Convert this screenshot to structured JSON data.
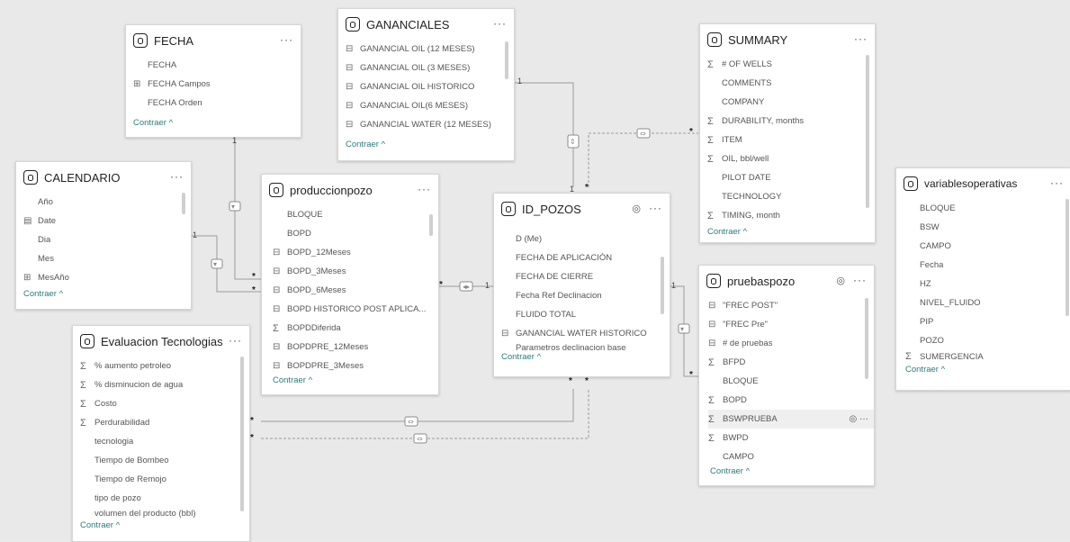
{
  "menu_dots": "···",
  "tables": {
    "fecha": {
      "title": "FECHA",
      "fields": [
        {
          "label": "FECHA",
          "icon": ""
        },
        {
          "label": "FECHA Campos",
          "icon": "hierarchy-icon"
        },
        {
          "label": "FECHA Orden",
          "icon": ""
        }
      ],
      "collapse": "Contraer ^"
    },
    "ganancial": {
      "title": "GANANCIALES",
      "fields": [
        {
          "label": "GANANCIAL OIL (12 MESES)",
          "icon": "measure-icon"
        },
        {
          "label": "GANANCIAL OIL (3 MESES)",
          "icon": "measure-icon"
        },
        {
          "label": "GANANCIAL OIL HISTORICO",
          "icon": "measure-icon"
        },
        {
          "label": "GANANCIAL OIL(6 MESES)",
          "icon": "measure-icon"
        },
        {
          "label": "GANANCIAL WATER (12 MESES)",
          "icon": "measure-icon"
        }
      ],
      "collapse": "Contraer ^"
    },
    "summary": {
      "title": "SUMMARY",
      "fields": [
        {
          "label": "# OF WELLS",
          "icon": "sum-icon"
        },
        {
          "label": "COMMENTS",
          "icon": ""
        },
        {
          "label": "COMPANY",
          "icon": ""
        },
        {
          "label": "DURABILITY, months",
          "icon": "sum-icon"
        },
        {
          "label": "ITEM",
          "icon": "sum-icon"
        },
        {
          "label": "OIL, bbl/well",
          "icon": "sum-icon"
        },
        {
          "label": "PILOT DATE",
          "icon": ""
        },
        {
          "label": "TECHNOLOGY",
          "icon": ""
        },
        {
          "label": "TIMING, month",
          "icon": "sum-icon"
        }
      ],
      "collapse": "Contraer ^"
    },
    "calendario": {
      "title": "CALENDARIO",
      "fields": [
        {
          "label": "Año",
          "icon": ""
        },
        {
          "label": "Date",
          "icon": "calendar-icon"
        },
        {
          "label": "Dia",
          "icon": ""
        },
        {
          "label": "Mes",
          "icon": ""
        },
        {
          "label": "MesAño",
          "icon": "calc-column-icon"
        }
      ],
      "collapse": "Contraer ^"
    },
    "produccion": {
      "title": "produccionpozo",
      "fields": [
        {
          "label": "BLOQUE",
          "icon": ""
        },
        {
          "label": "BOPD",
          "icon": ""
        },
        {
          "label": "BOPD_12Meses",
          "icon": "measure-icon"
        },
        {
          "label": "BOPD_3Meses",
          "icon": "measure-icon"
        },
        {
          "label": "BOPD_6Meses",
          "icon": "measure-icon"
        },
        {
          "label": "BOPD HISTORICO POST APLICA...",
          "icon": "measure-icon"
        },
        {
          "label": "BOPDDiferida",
          "icon": "sum-icon"
        },
        {
          "label": "BOPDPRE_12Meses",
          "icon": "measure-icon"
        },
        {
          "label": "BOPDPRE_3Meses",
          "icon": "measure-icon"
        }
      ],
      "collapse": "Contraer ^"
    },
    "idpozos": {
      "title": "ID_POZOS",
      "fields": [
        {
          "label": "D (Me)",
          "icon": ""
        },
        {
          "label": "FECHA DE APLICACIÓN",
          "icon": ""
        },
        {
          "label": "FECHA DE CIERRE",
          "icon": ""
        },
        {
          "label": "Fecha Ref Declinacion",
          "icon": ""
        },
        {
          "label": "FLUIDO TOTAL",
          "icon": ""
        },
        {
          "label": "GANANCIAL WATER HISTORICO",
          "icon": "measure-icon"
        },
        {
          "label": "Parametros declinacion base",
          "icon": ""
        }
      ],
      "collapse": "Contraer ^"
    },
    "pruebas": {
      "title": "pruebaspozo",
      "fields": [
        {
          "label": "\"FREC POST\"",
          "icon": "measure-icon"
        },
        {
          "label": "\"FREC Pre\"",
          "icon": "measure-icon"
        },
        {
          "label": "# de pruebas",
          "icon": "measure-icon"
        },
        {
          "label": "BFPD",
          "icon": "sum-icon"
        },
        {
          "label": "BLOQUE",
          "icon": ""
        },
        {
          "label": "BOPD",
          "icon": "sum-icon"
        },
        {
          "label": "BSWPRUEBA",
          "icon": "sum-icon"
        },
        {
          "label": "BWPD",
          "icon": "sum-icon"
        },
        {
          "label": "CAMPO",
          "icon": ""
        }
      ],
      "collapse": "Contraer ^"
    },
    "variables": {
      "title": "variablesoperativas",
      "fields": [
        {
          "label": "BLOQUE",
          "icon": ""
        },
        {
          "label": "BSW",
          "icon": ""
        },
        {
          "label": "CAMPO",
          "icon": ""
        },
        {
          "label": "Fecha",
          "icon": ""
        },
        {
          "label": "HZ",
          "icon": ""
        },
        {
          "label": "NIVEL_FLUIDO",
          "icon": ""
        },
        {
          "label": "PIP",
          "icon": ""
        },
        {
          "label": "POZO",
          "icon": ""
        },
        {
          "label": "SUMERGENCIA",
          "icon": "sum-icon"
        }
      ],
      "collapse": "Contraer ^"
    },
    "evaluacion": {
      "title": "Evaluacion Tecnologias",
      "fields": [
        {
          "label": "% aumento petroleo",
          "icon": "sum-icon"
        },
        {
          "label": "% disminucion de agua",
          "icon": "sum-icon"
        },
        {
          "label": "Costo",
          "icon": "sum-icon"
        },
        {
          "label": "Perdurabilidad",
          "icon": "sum-icon"
        },
        {
          "label": "tecnologia",
          "icon": ""
        },
        {
          "label": "Tiempo de Bombeo",
          "icon": ""
        },
        {
          "label": "Tiempo de Remojo",
          "icon": ""
        },
        {
          "label": "tipo de pozo",
          "icon": ""
        },
        {
          "label": "volumen del producto (bbl)",
          "icon": ""
        }
      ],
      "collapse": "Contraer ^"
    }
  },
  "relationships": {
    "one": "1",
    "many": "*"
  }
}
